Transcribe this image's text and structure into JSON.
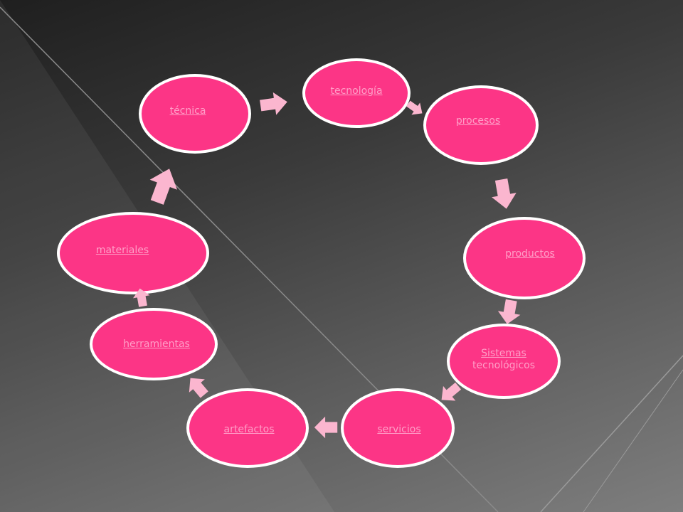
{
  "colors": {
    "node_fill": "#fc3586",
    "node_border": "#ffffff",
    "label": "#ff9fc8",
    "arrow": "#fbb6cf"
  },
  "nodes": [
    {
      "id": "tecnica",
      "label": "técnica"
    },
    {
      "id": "tecnologia",
      "label": "tecnología"
    },
    {
      "id": "procesos",
      "label": "procesos"
    },
    {
      "id": "productos",
      "label": "productos"
    },
    {
      "id": "sistemas",
      "label": "Sistemas",
      "label2": "tecnológicos"
    },
    {
      "id": "servicios",
      "label": "servicios"
    },
    {
      "id": "artefactos",
      "label": "artefactos"
    },
    {
      "id": "herramientas",
      "label": "herramientas"
    },
    {
      "id": "materiales",
      "label": "materiales"
    }
  ]
}
